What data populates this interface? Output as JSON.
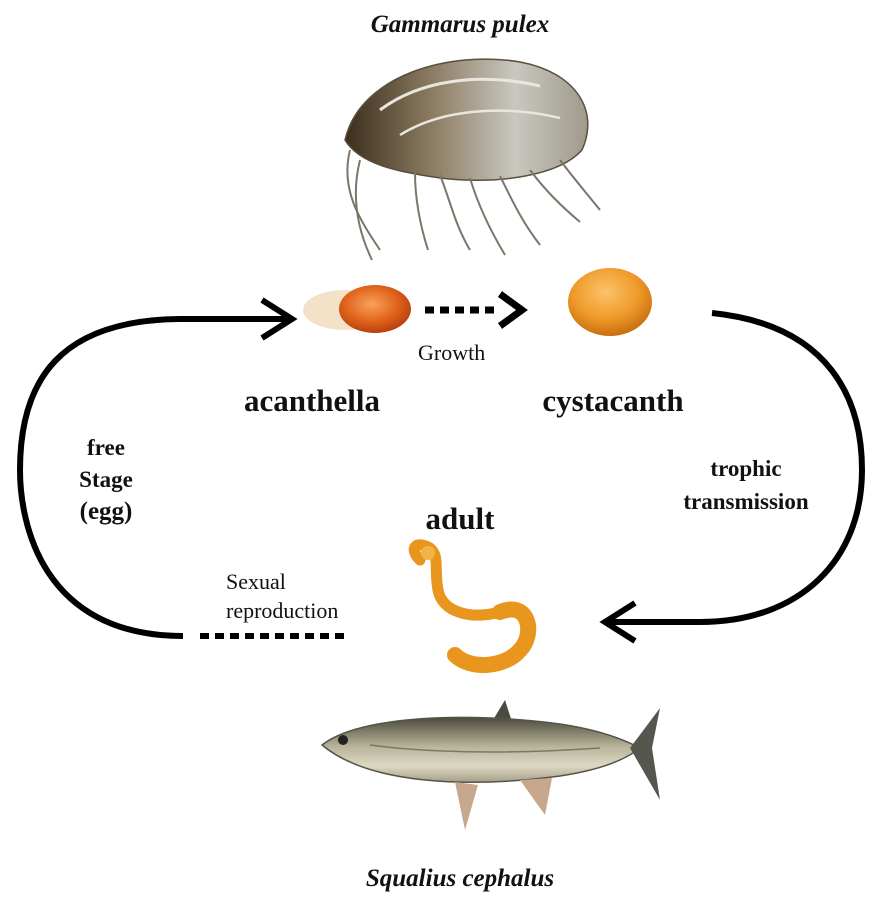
{
  "host_top": {
    "species": "Gammarus pulex",
    "icon": "amphipod-crustacean-photo"
  },
  "host_bottom": {
    "species": "Squalius cephalus",
    "icon": "chub-fish-photo"
  },
  "stages": {
    "acanthella": "acanthella",
    "cystacanth": "cystacanth",
    "adult": "adult",
    "free_stage_line1": "free",
    "free_stage_line2": "Stage",
    "free_stage_line3": "(egg)"
  },
  "transitions": {
    "growth": "Growth",
    "trophic_line1": "trophic",
    "trophic_line2": "transmission",
    "sexual_line1": "Sexual",
    "sexual_line2": "reproduction"
  },
  "colors": {
    "arrow": "#000000",
    "larva_orange": "#e4741e",
    "cystacanth_orange": "#ef9a2a",
    "adult_orange": "#e9961e"
  }
}
